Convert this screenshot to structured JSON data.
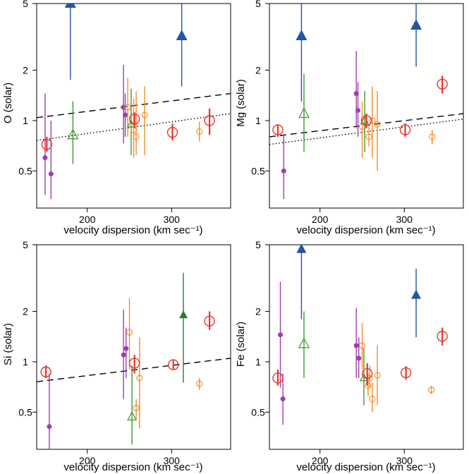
{
  "xlim": [
    140,
    370
  ],
  "ylim": [
    0.3,
    5
  ],
  "xticks": [
    200,
    300
  ],
  "yticks": [
    0.5,
    1,
    2,
    5
  ],
  "xlabel": "velocity dispersion (km sec⁻¹)",
  "colors": {
    "blue": "#2255a4",
    "green": "#3a9a2e",
    "purple": "#9b3fae",
    "orange": "#f28c28",
    "red": "#e8352a",
    "darkgreen": "#2c7a2c"
  },
  "chart_data": [
    {
      "type": "scatter",
      "ylabel": "O (solar)",
      "lines": [
        {
          "style": "dashed",
          "y0": 1.04,
          "y1": 1.45
        },
        {
          "style": "dotted",
          "y0": 0.76,
          "y1": 1.1
        }
      ],
      "points": [
        {
          "x": 180,
          "y": 5.0,
          "lo": 1.75,
          "hi": 5.0,
          "marker": "triangle-filled",
          "color": "blue",
          "size": 7
        },
        {
          "x": 312,
          "y": 3.2,
          "lo": 1.6,
          "hi": 5.0,
          "marker": "triangle-filled",
          "color": "blue",
          "size": 7
        },
        {
          "x": 183,
          "y": 0.82,
          "lo": 0.55,
          "hi": 1.3,
          "marker": "triangle-open",
          "color": "green",
          "size": 7
        },
        {
          "x": 150,
          "y": 0.6,
          "lo": 0.36,
          "hi": 1.45,
          "marker": "circle-filled",
          "color": "purple",
          "size": 3
        },
        {
          "x": 157,
          "y": 0.48,
          "lo": 0.34,
          "hi": 1.0,
          "marker": "circle-filled",
          "color": "purple",
          "size": 3
        },
        {
          "x": 243,
          "y": 1.2,
          "lo": 0.73,
          "hi": 2.15,
          "marker": "circle-filled",
          "color": "purple",
          "size": 3
        },
        {
          "x": 245,
          "y": 1.08,
          "lo": 0.8,
          "hi": 1.45,
          "marker": "circle-filled",
          "color": "purple",
          "size": 3
        },
        {
          "x": 248,
          "y": 1.2,
          "lo": 0.8,
          "hi": 1.8,
          "marker": "circle-open",
          "color": "orange",
          "size": 4
        },
        {
          "x": 252,
          "y": 0.95,
          "lo": 0.62,
          "hi": 1.55,
          "marker": "triangle-open",
          "color": "green",
          "size": 5
        },
        {
          "x": 255,
          "y": 0.88,
          "lo": 0.6,
          "hi": 1.35,
          "marker": "circle-open",
          "color": "orange",
          "size": 4
        },
        {
          "x": 258,
          "y": 0.8,
          "lo": 0.62,
          "hi": 1.5,
          "marker": "circle-open",
          "color": "orange",
          "size": 4
        },
        {
          "x": 268,
          "y": 1.08,
          "lo": 0.62,
          "hi": 1.6,
          "marker": "circle-open",
          "color": "orange",
          "size": 4
        },
        {
          "x": 333,
          "y": 0.86,
          "lo": 0.75,
          "hi": 0.98,
          "marker": "circle-open",
          "color": "orange",
          "size": 4
        },
        {
          "x": 152,
          "y": 0.72,
          "lo": 0.65,
          "hi": 0.8,
          "marker": "circle-open",
          "color": "red",
          "size": 7
        },
        {
          "x": 256,
          "y": 1.02,
          "lo": 0.9,
          "hi": 1.12,
          "marker": "circle-open",
          "color": "red",
          "size": 7
        },
        {
          "x": 301,
          "y": 0.85,
          "lo": 0.76,
          "hi": 0.96,
          "marker": "circle-open",
          "color": "red",
          "size": 7
        },
        {
          "x": 345,
          "y": 1.0,
          "lo": 0.82,
          "hi": 1.18,
          "marker": "circle-open",
          "color": "red",
          "size": 7
        }
      ]
    },
    {
      "type": "scatter",
      "ylabel": "Mg (solar)",
      "lines": [
        {
          "style": "dashed",
          "y0": 0.8,
          "y1": 1.1
        },
        {
          "style": "dotted",
          "y0": 0.72,
          "y1": 1.02
        }
      ],
      "points": [
        {
          "x": 178,
          "y": 3.2,
          "lo": 1.3,
          "hi": 5.0,
          "marker": "triangle-filled",
          "color": "blue",
          "size": 7
        },
        {
          "x": 314,
          "y": 3.7,
          "lo": 2.1,
          "hi": 5.0,
          "marker": "triangle-filled",
          "color": "blue",
          "size": 7
        },
        {
          "x": 181,
          "y": 1.1,
          "lo": 0.65,
          "hi": 1.9,
          "marker": "triangle-open",
          "color": "green",
          "size": 7
        },
        {
          "x": 157,
          "y": 0.5,
          "lo": 0.34,
          "hi": 0.82,
          "marker": "circle-filled",
          "color": "purple",
          "size": 3
        },
        {
          "x": 243,
          "y": 1.45,
          "lo": 0.9,
          "hi": 2.6,
          "marker": "circle-filled",
          "color": "purple",
          "size": 3
        },
        {
          "x": 245,
          "y": 1.15,
          "lo": 0.8,
          "hi": 1.7,
          "marker": "circle-filled",
          "color": "purple",
          "size": 3
        },
        {
          "x": 250,
          "y": 0.92,
          "lo": 0.6,
          "hi": 1.3,
          "marker": "circle-open",
          "color": "orange",
          "size": 4
        },
        {
          "x": 253,
          "y": 1.0,
          "lo": 0.65,
          "hi": 1.5,
          "marker": "triangle-open",
          "color": "green",
          "size": 5
        },
        {
          "x": 258,
          "y": 0.8,
          "lo": 0.7,
          "hi": 0.95,
          "marker": "circle-open",
          "color": "orange",
          "size": 4
        },
        {
          "x": 262,
          "y": 1.0,
          "lo": 0.6,
          "hi": 1.6,
          "marker": "circle-open",
          "color": "orange",
          "size": 4
        },
        {
          "x": 268,
          "y": 0.95,
          "lo": 0.5,
          "hi": 1.5,
          "marker": "circle-open",
          "color": "orange",
          "size": 4
        },
        {
          "x": 333,
          "y": 0.8,
          "lo": 0.72,
          "hi": 0.88,
          "marker": "circle-open",
          "color": "orange",
          "size": 4
        },
        {
          "x": 150,
          "y": 0.88,
          "lo": 0.8,
          "hi": 0.95,
          "marker": "circle-open",
          "color": "red",
          "size": 7
        },
        {
          "x": 255,
          "y": 1.0,
          "lo": 0.9,
          "hi": 1.1,
          "marker": "circle-open",
          "color": "red",
          "size": 7
        },
        {
          "x": 301,
          "y": 0.88,
          "lo": 0.8,
          "hi": 0.96,
          "marker": "circle-open",
          "color": "red",
          "size": 7
        },
        {
          "x": 345,
          "y": 1.65,
          "lo": 1.45,
          "hi": 1.85,
          "marker": "circle-open",
          "color": "red",
          "size": 7
        }
      ]
    },
    {
      "type": "scatter",
      "ylabel": "Si (solar)",
      "lines": [
        {
          "style": "dashed",
          "y0": 0.76,
          "y1": 1.05
        }
      ],
      "points": [
        {
          "x": 314,
          "y": 1.9,
          "lo": 0.75,
          "hi": 3.4,
          "marker": "triangle-filled",
          "color": "darkgreen",
          "size": 5
        },
        {
          "x": 253,
          "y": 0.47,
          "lo": 0.32,
          "hi": 0.95,
          "marker": "triangle-open",
          "color": "green",
          "size": 6
        },
        {
          "x": 155,
          "y": 0.41,
          "lo": 0.3,
          "hi": 0.85,
          "marker": "circle-filled",
          "color": "purple",
          "size": 3
        },
        {
          "x": 243,
          "y": 1.1,
          "lo": 0.6,
          "hi": 2.05,
          "marker": "circle-filled",
          "color": "purple",
          "size": 3
        },
        {
          "x": 246,
          "y": 1.2,
          "lo": 0.8,
          "hi": 1.6,
          "marker": "circle-filled",
          "color": "purple",
          "size": 3
        },
        {
          "x": 250,
          "y": 1.5,
          "lo": 0.9,
          "hi": 2.4,
          "marker": "circle-open",
          "color": "orange",
          "size": 4
        },
        {
          "x": 258,
          "y": 0.53,
          "lo": 0.45,
          "hi": 0.6,
          "marker": "circle-open",
          "color": "orange",
          "size": 4
        },
        {
          "x": 262,
          "y": 0.8,
          "lo": 0.4,
          "hi": 1.4,
          "marker": "circle-open",
          "color": "orange",
          "size": 4
        },
        {
          "x": 333,
          "y": 0.74,
          "lo": 0.68,
          "hi": 0.8,
          "marker": "circle-open",
          "color": "orange",
          "size": 4
        },
        {
          "x": 151,
          "y": 0.87,
          "lo": 0.8,
          "hi": 0.95,
          "marker": "circle-open",
          "color": "red",
          "size": 7
        },
        {
          "x": 256,
          "y": 0.98,
          "lo": 0.85,
          "hi": 1.1,
          "marker": "circle-open",
          "color": "red",
          "size": 7
        },
        {
          "x": 302,
          "y": 0.96,
          "lo": 0.9,
          "hi": 1.02,
          "marker": "circle-open",
          "color": "red",
          "size": 7
        },
        {
          "x": 345,
          "y": 1.75,
          "lo": 1.55,
          "hi": 2.0,
          "marker": "circle-open",
          "color": "red",
          "size": 7
        }
      ]
    },
    {
      "type": "scatter",
      "ylabel": "Fe (solar)",
      "lines": [],
      "points": [
        {
          "x": 178,
          "y": 4.7,
          "lo": 1.8,
          "hi": 5.0,
          "marker": "triangle-filled",
          "color": "blue",
          "size": 6
        },
        {
          "x": 314,
          "y": 2.5,
          "lo": 1.4,
          "hi": 3.6,
          "marker": "triangle-filled",
          "color": "blue",
          "size": 6
        },
        {
          "x": 181,
          "y": 1.28,
          "lo": 0.8,
          "hi": 2.0,
          "marker": "triangle-open",
          "color": "green",
          "size": 7
        },
        {
          "x": 153,
          "y": 1.45,
          "lo": 0.7,
          "hi": 3.0,
          "marker": "circle-filled",
          "color": "purple",
          "size": 3
        },
        {
          "x": 156,
          "y": 0.6,
          "lo": 0.42,
          "hi": 0.85,
          "marker": "circle-filled",
          "color": "purple",
          "size": 3
        },
        {
          "x": 243,
          "y": 1.25,
          "lo": 0.8,
          "hi": 2.1,
          "marker": "circle-filled",
          "color": "purple",
          "size": 3
        },
        {
          "x": 246,
          "y": 1.05,
          "lo": 0.8,
          "hi": 1.4,
          "marker": "circle-filled",
          "color": "purple",
          "size": 3
        },
        {
          "x": 250,
          "y": 1.25,
          "lo": 0.9,
          "hi": 1.7,
          "marker": "circle-open",
          "color": "orange",
          "size": 4
        },
        {
          "x": 252,
          "y": 0.8,
          "lo": 0.55,
          "hi": 1.2,
          "marker": "triangle-open",
          "color": "green",
          "size": 5
        },
        {
          "x": 257,
          "y": 0.72,
          "lo": 0.62,
          "hi": 0.85,
          "marker": "circle-open",
          "color": "orange",
          "size": 4
        },
        {
          "x": 259,
          "y": 0.8,
          "lo": 0.7,
          "hi": 0.95,
          "marker": "circle-open",
          "color": "orange",
          "size": 4
        },
        {
          "x": 262,
          "y": 0.6,
          "lo": 0.5,
          "hi": 0.75,
          "marker": "circle-open",
          "color": "orange",
          "size": 4
        },
        {
          "x": 268,
          "y": 0.83,
          "lo": 0.55,
          "hi": 1.25,
          "marker": "circle-open",
          "color": "orange",
          "size": 4
        },
        {
          "x": 332,
          "y": 0.68,
          "lo": 0.64,
          "hi": 0.72,
          "marker": "circle-open",
          "color": "orange",
          "size": 4
        },
        {
          "x": 150,
          "y": 0.8,
          "lo": 0.72,
          "hi": 0.9,
          "marker": "circle-open",
          "color": "red",
          "size": 7
        },
        {
          "x": 256,
          "y": 0.85,
          "lo": 0.72,
          "hi": 0.98,
          "marker": "circle-open",
          "color": "red",
          "size": 7
        },
        {
          "x": 302,
          "y": 0.86,
          "lo": 0.78,
          "hi": 0.94,
          "marker": "circle-open",
          "color": "red",
          "size": 7
        },
        {
          "x": 345,
          "y": 1.42,
          "lo": 1.25,
          "hi": 1.6,
          "marker": "circle-open",
          "color": "red",
          "size": 7
        }
      ]
    }
  ]
}
